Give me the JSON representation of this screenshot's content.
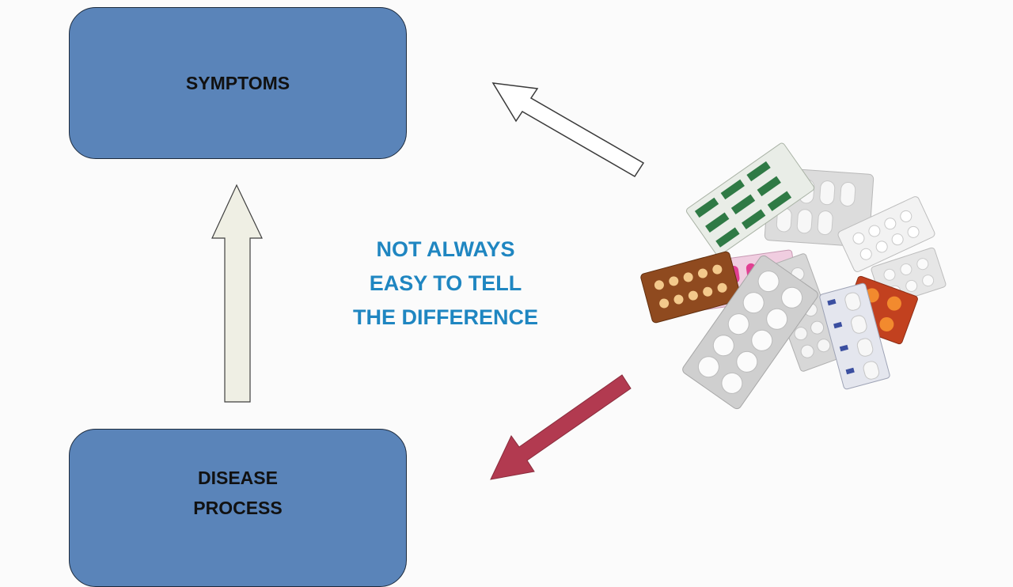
{
  "diagram": {
    "symptoms_label": "SYMPTOMS",
    "disease_label": "DISEASE\nPROCESS",
    "middle_text": "NOT ALWAYS\nEASY TO TELL\nTHE DIFFERENCE"
  },
  "colors": {
    "box_fill": "#5a84b9",
    "middle_text": "#1f86c1",
    "up_arrow_fill": "#efefe4",
    "red_arrow_fill": "#b23a50",
    "outline_arrow_fill": "#ffffff"
  },
  "icons": [
    "up-arrow",
    "outline-arrow-to-symptoms",
    "red-arrow-to-disease",
    "medicine-pills-image"
  ]
}
